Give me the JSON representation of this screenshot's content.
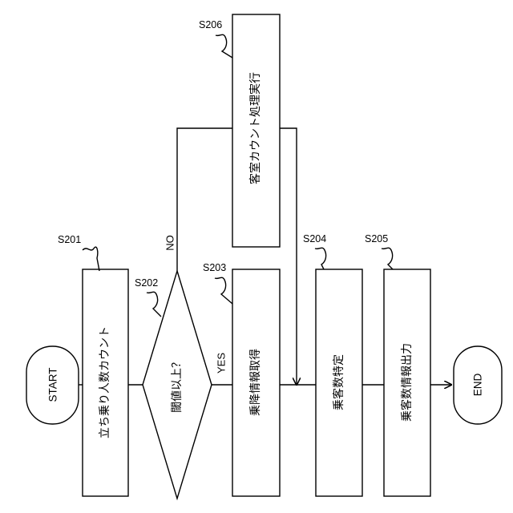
{
  "diagram": {
    "terminals": {
      "start": "START",
      "end": "END"
    },
    "steps": {
      "s201": {
        "id": "S201",
        "text": "立ち乗り人数カウント"
      },
      "s202": {
        "id": "S202",
        "text": "閾値以上？",
        "yes": "YES",
        "no": "NO"
      },
      "s203": {
        "id": "S203",
        "text": "乗降情報取得"
      },
      "s204": {
        "id": "S204",
        "text": "乗客数特定"
      },
      "s205": {
        "id": "S205",
        "text": "乗客数情報出力"
      },
      "s206": {
        "id": "S206",
        "text": "客室カウント処理実行"
      }
    }
  }
}
